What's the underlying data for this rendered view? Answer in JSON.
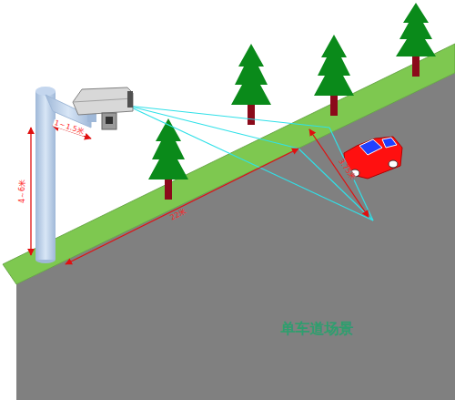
{
  "diagram": {
    "caption": "单车道场景",
    "labels": [
      "1～1.5米",
      "4～6米",
      "22米",
      "3.75米"
    ]
  }
}
